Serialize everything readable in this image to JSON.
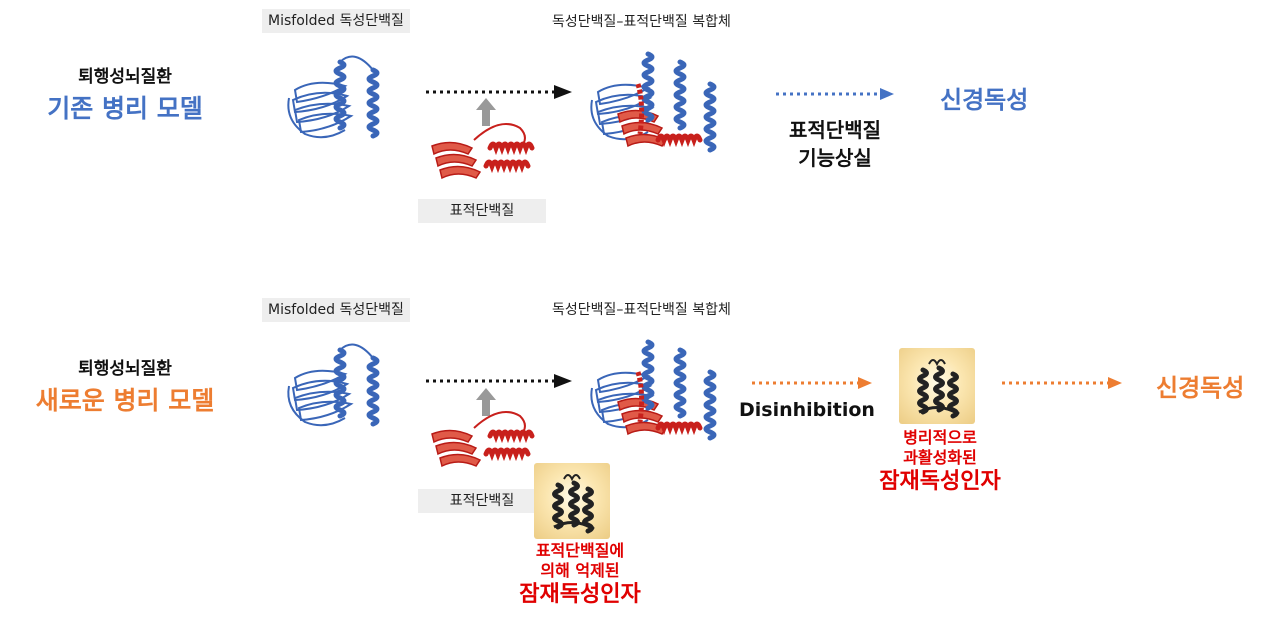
{
  "colors": {
    "blue": "#4472c4",
    "orange": "#ed7d31",
    "red": "#e00000",
    "protein_blue": "#3a66b8",
    "protein_red": "#c8201c"
  },
  "existing": {
    "title_small": "퇴행성뇌질환",
    "title_big": "기존 병리 모델",
    "misfolded_label": "Misfolded 독성단백질",
    "complex_label": "독성단백질–표적단백질 복합체",
    "target_label": "표적단백질",
    "loss_line1": "표적단백질",
    "loss_line2": "기능상실",
    "outcome": "신경독성"
  },
  "new": {
    "title_small": "퇴행성뇌질환",
    "title_big": "새로운 병리 모델",
    "misfolded_label": "Misfolded 독성단백질",
    "complex_label": "독성단백질–표적단백질 복합체",
    "target_label": "표적단백질",
    "disinhibition": "Disinhibition",
    "suppressed_line1": "표적단백질에",
    "suppressed_line2": "의해 억제된",
    "suppressed_big": "잠재독성인자",
    "activated_line1": "병리적으로",
    "activated_line2": "과활성화된",
    "activated_big": "잠재독성인자",
    "outcome": "신경독성"
  }
}
